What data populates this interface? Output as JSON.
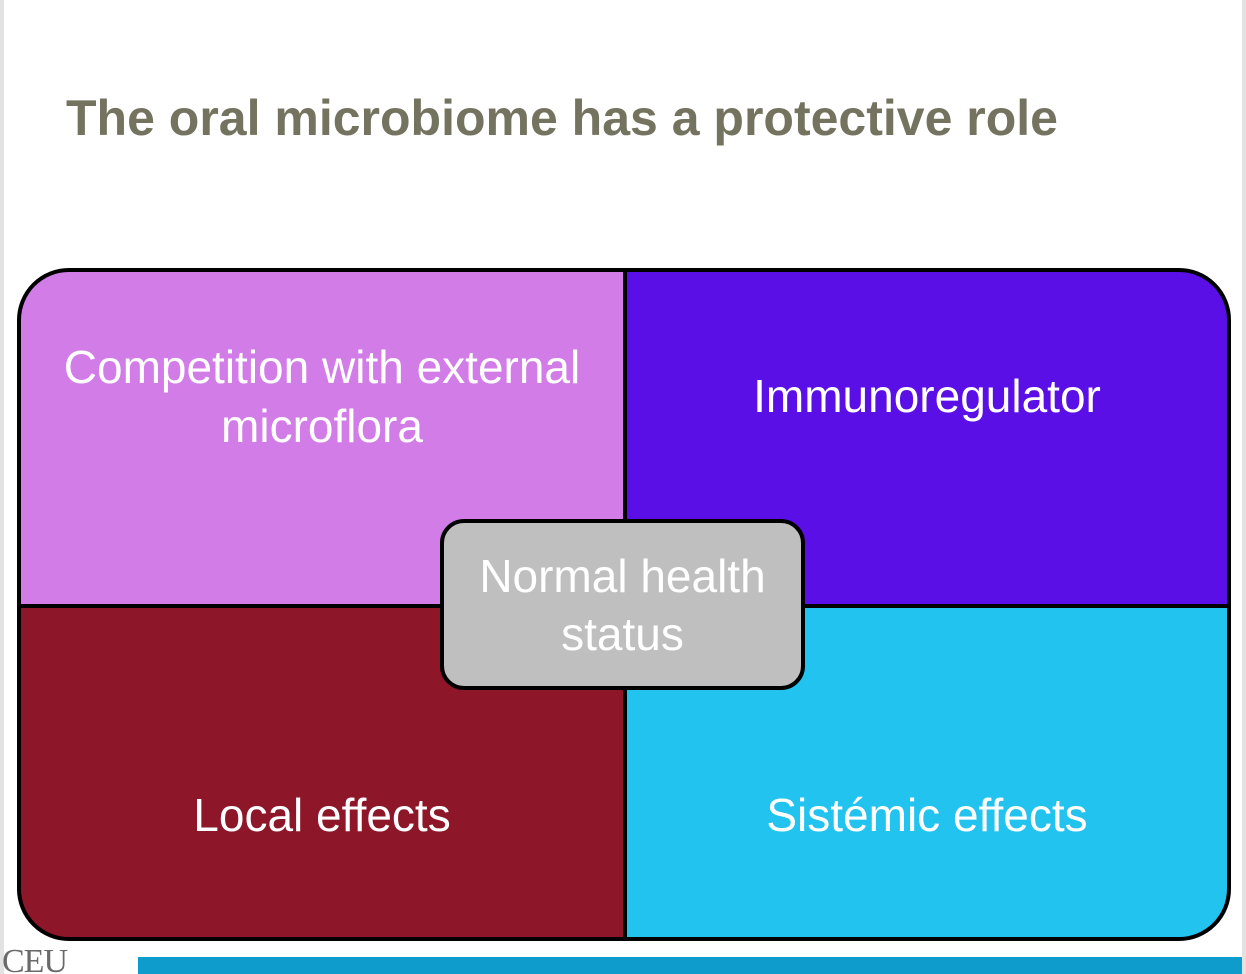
{
  "slide": {
    "title": "The oral microbiome has a protective role"
  },
  "diagram": {
    "center": "Normal health status",
    "quadrants": {
      "top_left": "Competition with external microflora",
      "top_right": "Immunoregulator",
      "bottom_left": "Local effects",
      "bottom_right": "Sistémic effects"
    }
  },
  "footer": {
    "logo_text": "CEU"
  },
  "colors": {
    "title": "#74735f",
    "top_left": "#d27ce8",
    "top_right": "#5a0fe6",
    "bottom_left": "#8d1629",
    "bottom_right": "#22c3ef",
    "center": "#bfbfbf",
    "footer_bar": "#0e9ccd"
  }
}
